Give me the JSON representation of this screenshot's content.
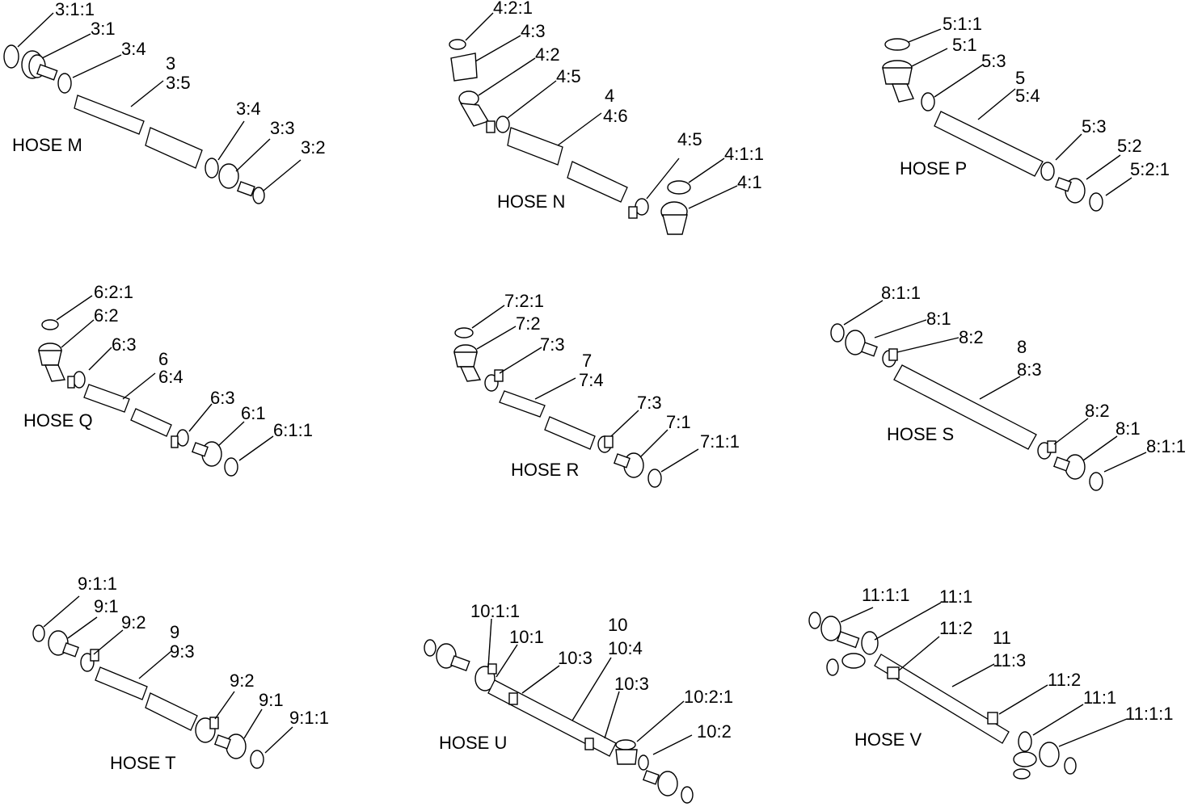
{
  "diagram": {
    "hoses": [
      {
        "id": "M",
        "label": "HOSE M",
        "callouts": [
          "3:1:1",
          "3:1",
          "3:4",
          "3",
          "3:5",
          "3:4",
          "3:3",
          "3:2"
        ]
      },
      {
        "id": "N",
        "label": "HOSE N",
        "callouts": [
          "4:2:1",
          "4:3",
          "4:2",
          "4:5",
          "4",
          "4:6",
          "4:5",
          "4:1:1",
          "4:1"
        ]
      },
      {
        "id": "P",
        "label": "HOSE P",
        "callouts": [
          "5:1:1",
          "5:1",
          "5:3",
          "5",
          "5:4",
          "5:3",
          "5:2",
          "5:2:1"
        ]
      },
      {
        "id": "Q",
        "label": "HOSE Q",
        "callouts": [
          "6:2:1",
          "6:2",
          "6:3",
          "6",
          "6:4",
          "6:3",
          "6:1",
          "6:1:1"
        ]
      },
      {
        "id": "R",
        "label": "HOSE R",
        "callouts": [
          "7:2:1",
          "7:2",
          "7:3",
          "7",
          "7:4",
          "7:3",
          "7:1",
          "7:1:1"
        ]
      },
      {
        "id": "S",
        "label": "HOSE S",
        "callouts": [
          "8:1:1",
          "8:1",
          "8:2",
          "8",
          "8:3",
          "8:2",
          "8:1",
          "8:1:1"
        ]
      },
      {
        "id": "T",
        "label": "HOSE T",
        "callouts": [
          "9:1:1",
          "9:1",
          "9:2",
          "9",
          "9:3",
          "9:2",
          "9:1",
          "9:1:1"
        ]
      },
      {
        "id": "U",
        "label": "HOSE U",
        "callouts": [
          "10:1:1",
          "10:1",
          "10:3",
          "10",
          "10:4",
          "10:3",
          "10:2:1",
          "10:2"
        ]
      },
      {
        "id": "V",
        "label": "HOSE V",
        "callouts": [
          "11:1:1",
          "11:1",
          "11:2",
          "11",
          "11:3",
          "11:2",
          "11:1",
          "11:1:1"
        ]
      }
    ]
  }
}
